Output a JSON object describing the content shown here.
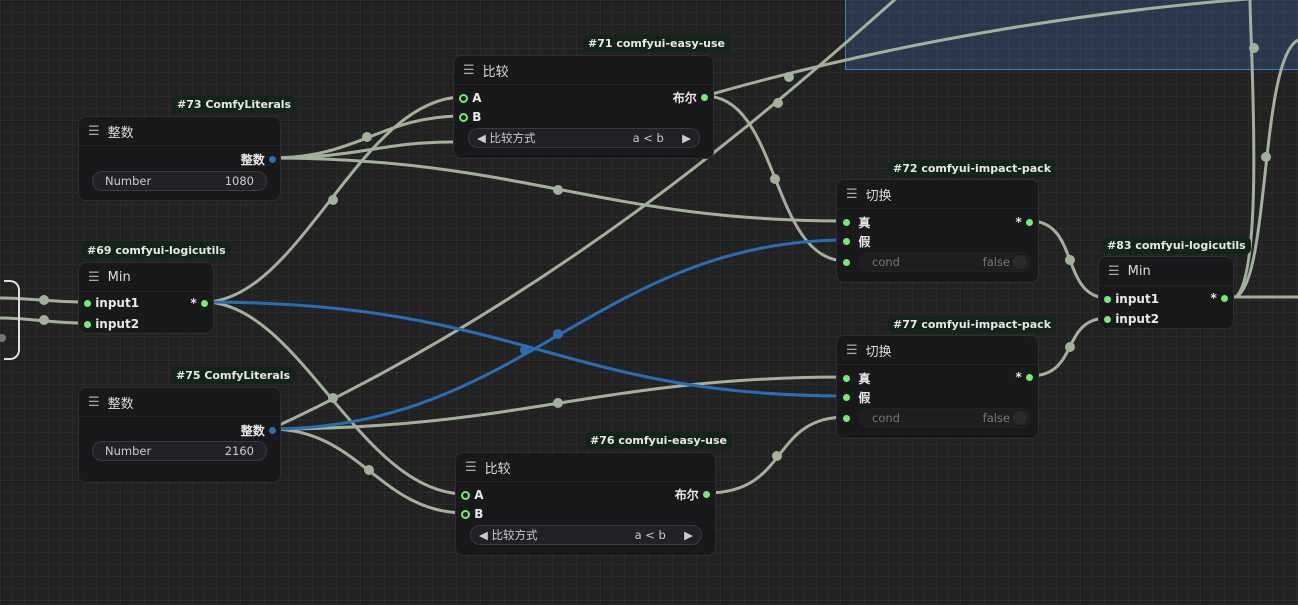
{
  "nodes": {
    "n73": {
      "badge": "#73 ComfyLiterals",
      "title": "整数",
      "output": "整数",
      "widget_label": "Number",
      "widget_value": "1080"
    },
    "n69": {
      "badge": "#69 comfyui-logicutils",
      "title": "Min",
      "inputs": [
        "input1",
        "input2"
      ],
      "output": "*"
    },
    "n75": {
      "badge": "#75 ComfyLiterals",
      "title": "整数",
      "output": "整数",
      "widget_label": "Number",
      "widget_value": "2160"
    },
    "n71": {
      "badge": "#71 comfyui-easy-use",
      "title": "比较",
      "inputs": [
        "A",
        "B"
      ],
      "output": "布尔",
      "widget_label": "比较方式",
      "widget_value": "a < b"
    },
    "n76": {
      "badge": "#76 comfyui-easy-use",
      "title": "比较",
      "inputs": [
        "A",
        "B"
      ],
      "output": "布尔",
      "widget_label": "比较方式",
      "widget_value": "a < b"
    },
    "n72": {
      "badge": "#72 comfyui-impact-pack",
      "title": "切换",
      "inputs": [
        "真",
        "假"
      ],
      "output": "*",
      "widget_label": "cond",
      "widget_value": "false"
    },
    "n77": {
      "badge": "#77 comfyui-impact-pack",
      "title": "切换",
      "inputs": [
        "真",
        "假"
      ],
      "output": "*",
      "widget_label": "cond",
      "widget_value": "false"
    },
    "n83": {
      "badge": "#83 comfyui-logicutils",
      "title": "Min",
      "inputs": [
        "input1",
        "input2"
      ],
      "output": "*"
    }
  },
  "icons": {
    "menu": "hamburger-icon",
    "arrow_left": "◀",
    "arrow_right": "▶"
  },
  "colors": {
    "wire": "#a3b09b",
    "wire_blue": "#2a6db0",
    "slot": "#6ef06e"
  }
}
